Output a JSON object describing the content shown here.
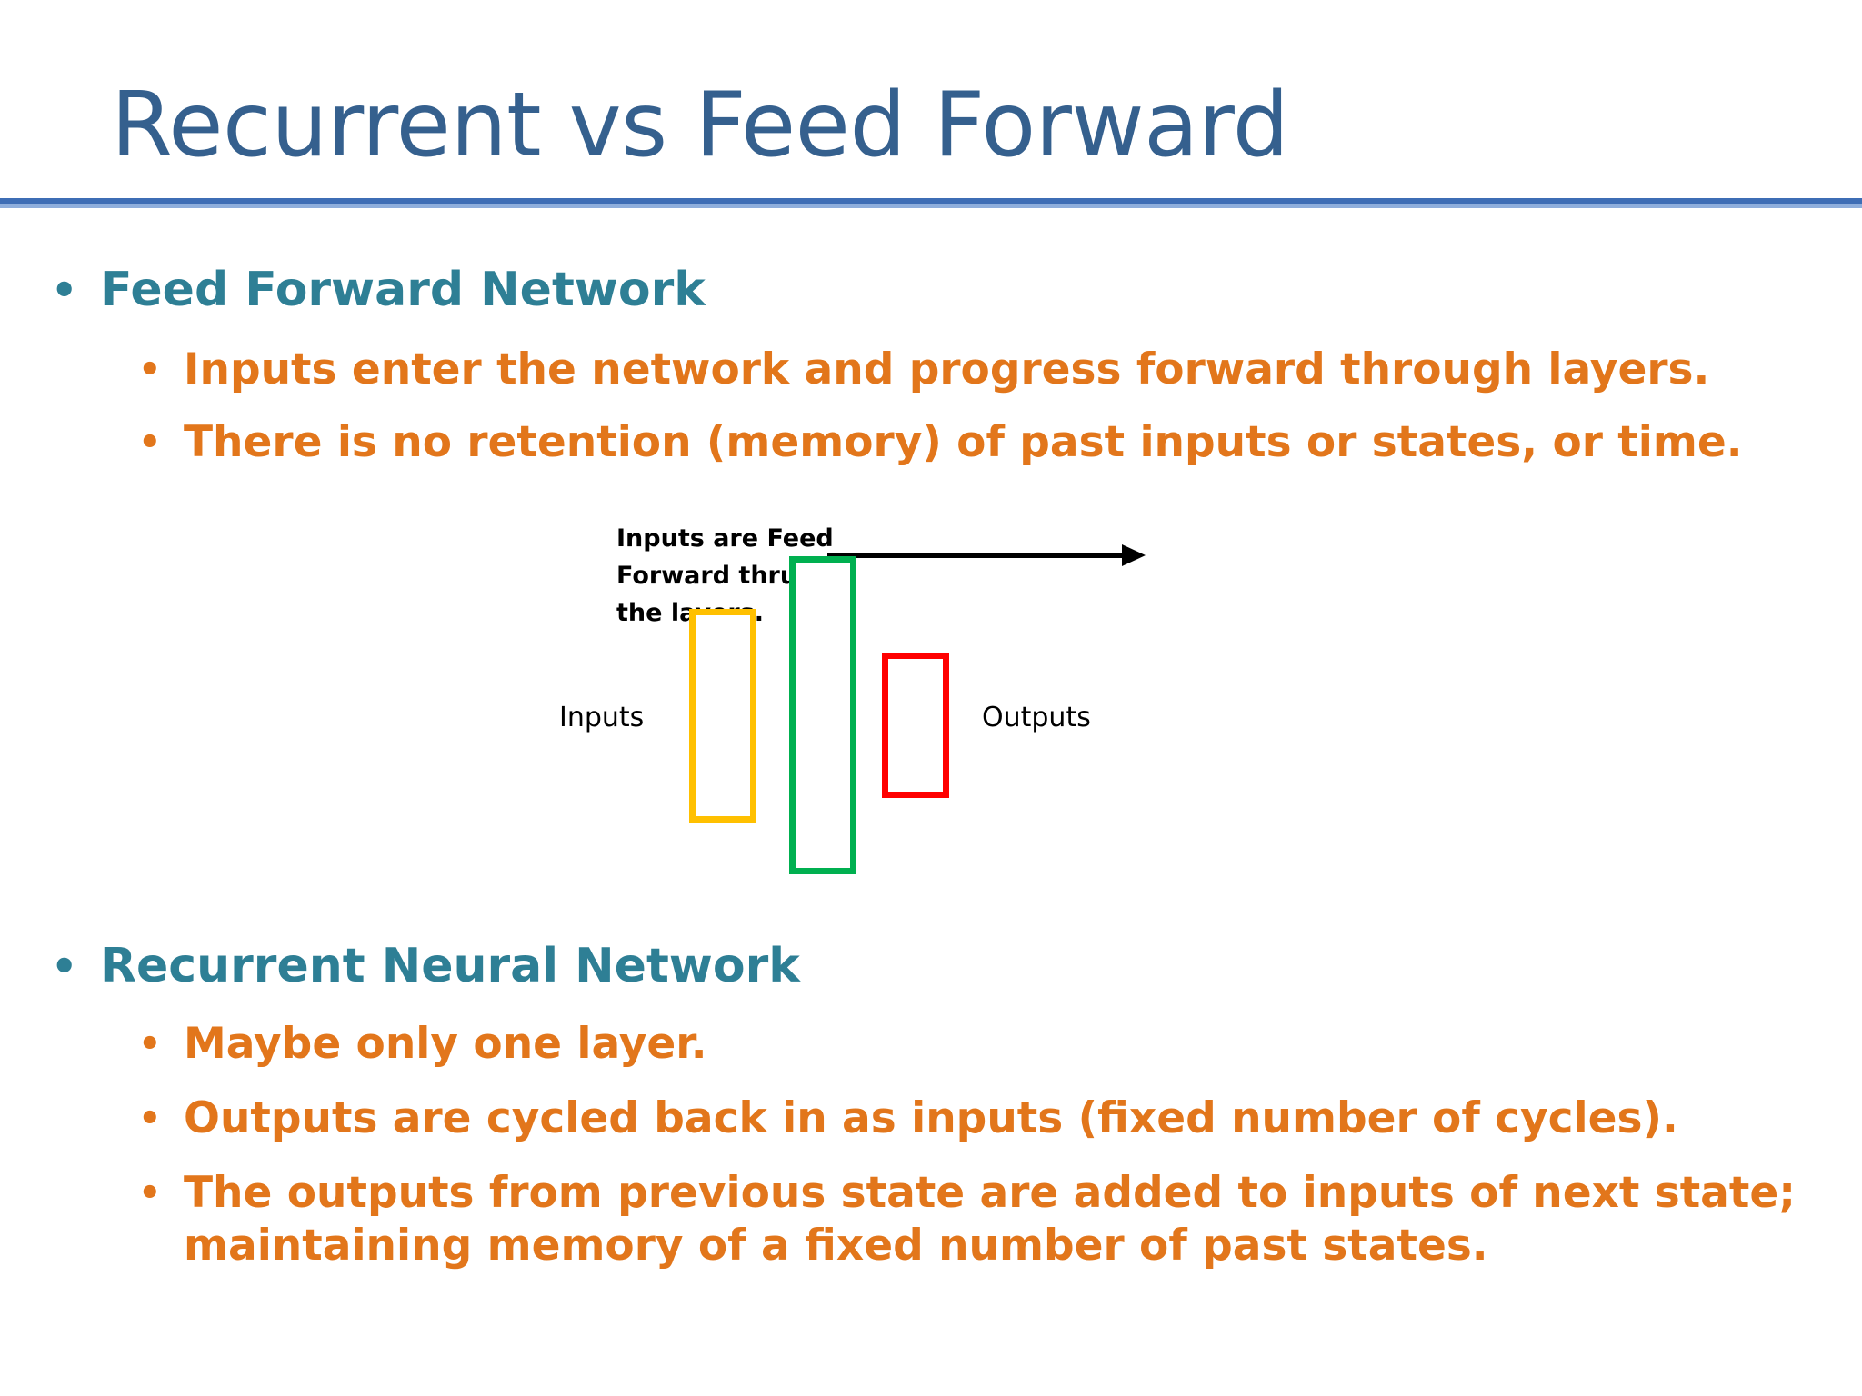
{
  "slide": {
    "title": "Recurrent vs Feed Forward",
    "background_color": "#ffffff",
    "title_color": "#35608E",
    "rule_color": "#3E6DB5",
    "level1_color": "#2E7F95",
    "level2_color": "#E2761B",
    "bullet_glyph": "•"
  },
  "sections": [
    {
      "heading": "Feed Forward Network",
      "points": [
        "Inputs enter the network and progress forward through layers.",
        "There is no retention (memory) of past inputs or states, or time."
      ]
    },
    {
      "heading": "Recurrent Neural Network",
      "points": [
        "Maybe only one layer.",
        "Outputs are cycled back in as inputs (fixed number of cycles).",
        "The outputs from previous state are added to inputs of next state; maintaining memory of a fixed number of past states."
      ]
    }
  ],
  "diagram": {
    "caption_line1": "Inputs are Feed",
    "caption_line2": "Forward thru",
    "caption_line3": "the layers.",
    "input_label": "Inputs",
    "output_label": "Outputs",
    "arrow_direction": "right",
    "layers": [
      {
        "name": "input-layer",
        "color": "#FFC000"
      },
      {
        "name": "hidden-layer",
        "color": "#00B050"
      },
      {
        "name": "output-layer",
        "color": "#FF0000"
      }
    ]
  }
}
